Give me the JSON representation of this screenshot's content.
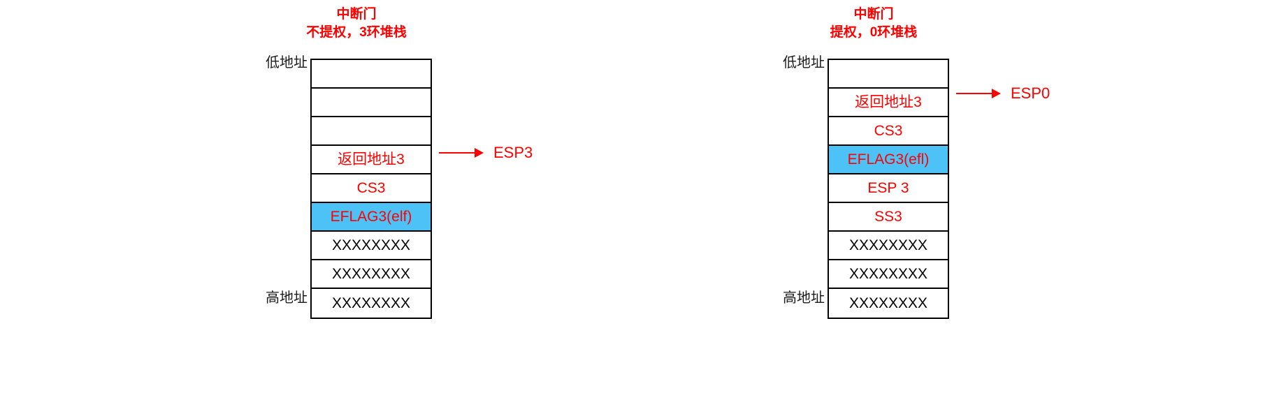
{
  "diagram": {
    "panels": [
      {
        "id": "no-privilege-change",
        "title_line1": "中断门",
        "title_line2": "不提权，3环堆栈",
        "low_address_label": "低地址",
        "high_address_label": "高地址",
        "pointer": {
          "label": "ESP3",
          "arrow_icon": "right-arrow-icon",
          "target_row_index": 3
        },
        "rows": [
          {
            "text": "",
            "color": "none",
            "highlight": false
          },
          {
            "text": "",
            "color": "none",
            "highlight": false
          },
          {
            "text": "",
            "color": "none",
            "highlight": false
          },
          {
            "text": "返回地址3",
            "color": "#ff0000",
            "highlight": false
          },
          {
            "text": "CS3",
            "color": "#ff0000",
            "highlight": false
          },
          {
            "text": "EFLAG3(elf)",
            "color": "#ff0000",
            "highlight": true
          },
          {
            "text": "XXXXXXXX",
            "color": "#000000",
            "highlight": false
          },
          {
            "text": "XXXXXXXX",
            "color": "#000000",
            "highlight": false
          },
          {
            "text": "XXXXXXXX",
            "color": "#000000",
            "highlight": false
          }
        ]
      },
      {
        "id": "privilege-change",
        "title_line1": "中断门",
        "title_line2": "提权，0环堆栈",
        "low_address_label": "低地址",
        "high_address_label": "高地址",
        "pointer": {
          "label": "ESP0",
          "arrow_icon": "right-arrow-icon",
          "target_row_index": 1
        },
        "rows": [
          {
            "text": "",
            "color": "none",
            "highlight": false
          },
          {
            "text": "返回地址3",
            "color": "#ff0000",
            "highlight": false
          },
          {
            "text": "CS3",
            "color": "#ff0000",
            "highlight": false
          },
          {
            "text": "EFLAG3(efl)",
            "color": "#ff0000",
            "highlight": true
          },
          {
            "text": "ESP 3",
            "color": "#ff0000",
            "highlight": false
          },
          {
            "text": "SS3",
            "color": "#ff0000",
            "highlight": false
          },
          {
            "text": "XXXXXXXX",
            "color": "#000000",
            "highlight": false
          },
          {
            "text": "XXXXXXXX",
            "color": "#000000",
            "highlight": false
          },
          {
            "text": "XXXXXXXX",
            "color": "#000000",
            "highlight": false
          }
        ]
      }
    ],
    "colors": {
      "accent_red": "#ff0000",
      "highlight_blue": "#4cc2f7",
      "border_black": "#000000",
      "label_text": "#1a1a1a",
      "background": "#ffffff"
    }
  }
}
